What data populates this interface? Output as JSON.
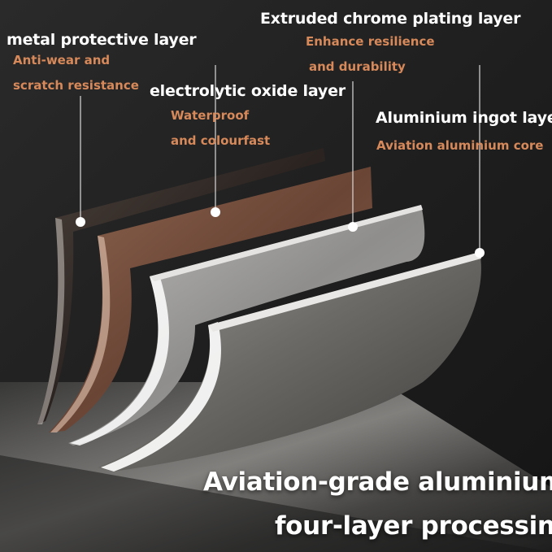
{
  "layers": [
    {
      "title": "metal protective layer",
      "desc": [
        "Anti-wear and",
        "scratch resistance"
      ],
      "color": "#3a302b"
    },
    {
      "title": "electrolytic oxide layer",
      "desc": [
        "Waterproof",
        "and colourfast"
      ],
      "color": "#7a5240"
    },
    {
      "title": "Extruded chrome plating layer",
      "desc": [
        "Enhance resilience",
        "and durability"
      ],
      "color": "#9a9a98"
    },
    {
      "title": "Aluminium ingot laye",
      "desc": [
        "Aviation aluminium core"
      ],
      "color": "#6f6d69"
    }
  ],
  "headline": [
    "Aviation-grade aluminium,",
    "four-layer processing"
  ],
  "colors": {
    "title": "#ffffff",
    "desc": "#d7895a",
    "background": "#1c1c1c"
  }
}
